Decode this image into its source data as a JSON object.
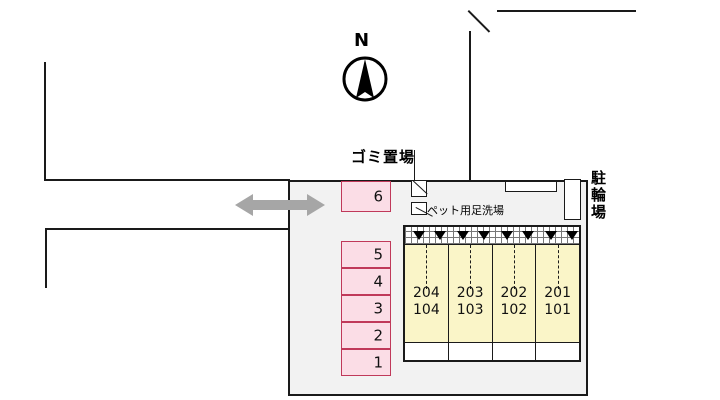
{
  "plan": {
    "title": "apartment-site-plan",
    "compass": {
      "label": "N",
      "icon": "north-arrow-icon"
    },
    "access_arrow": {
      "icon": "double-arrow-icon",
      "direction": "east-west"
    },
    "colors": {
      "stall_fill": "#fbdde6",
      "stall_border": "#c0395a",
      "unit_fill": "#faf5c8",
      "site_fill": "#f2f2f2",
      "outline": "#1a1a1a",
      "arrow_gray": "#a6a6a6"
    },
    "parking": {
      "name": "parking-stalls",
      "detached": [
        {
          "number": "6"
        }
      ],
      "stack": [
        {
          "number": "5"
        },
        {
          "number": "4"
        },
        {
          "number": "3"
        },
        {
          "number": "2"
        },
        {
          "number": "1"
        }
      ]
    },
    "building": {
      "name": "apartment-building",
      "units": [
        {
          "upper": "204",
          "lower": "104"
        },
        {
          "upper": "203",
          "lower": "103"
        },
        {
          "upper": "202",
          "lower": "102"
        },
        {
          "upper": "201",
          "lower": "101"
        }
      ],
      "balcony_markers": 8
    },
    "amenities": [
      {
        "name": "garbage-area",
        "label": "ゴミ置場"
      },
      {
        "name": "pet-foot-wash",
        "label": "ペット用足洗場"
      },
      {
        "name": "bicycle-parking",
        "label": "駐輪場"
      }
    ]
  }
}
